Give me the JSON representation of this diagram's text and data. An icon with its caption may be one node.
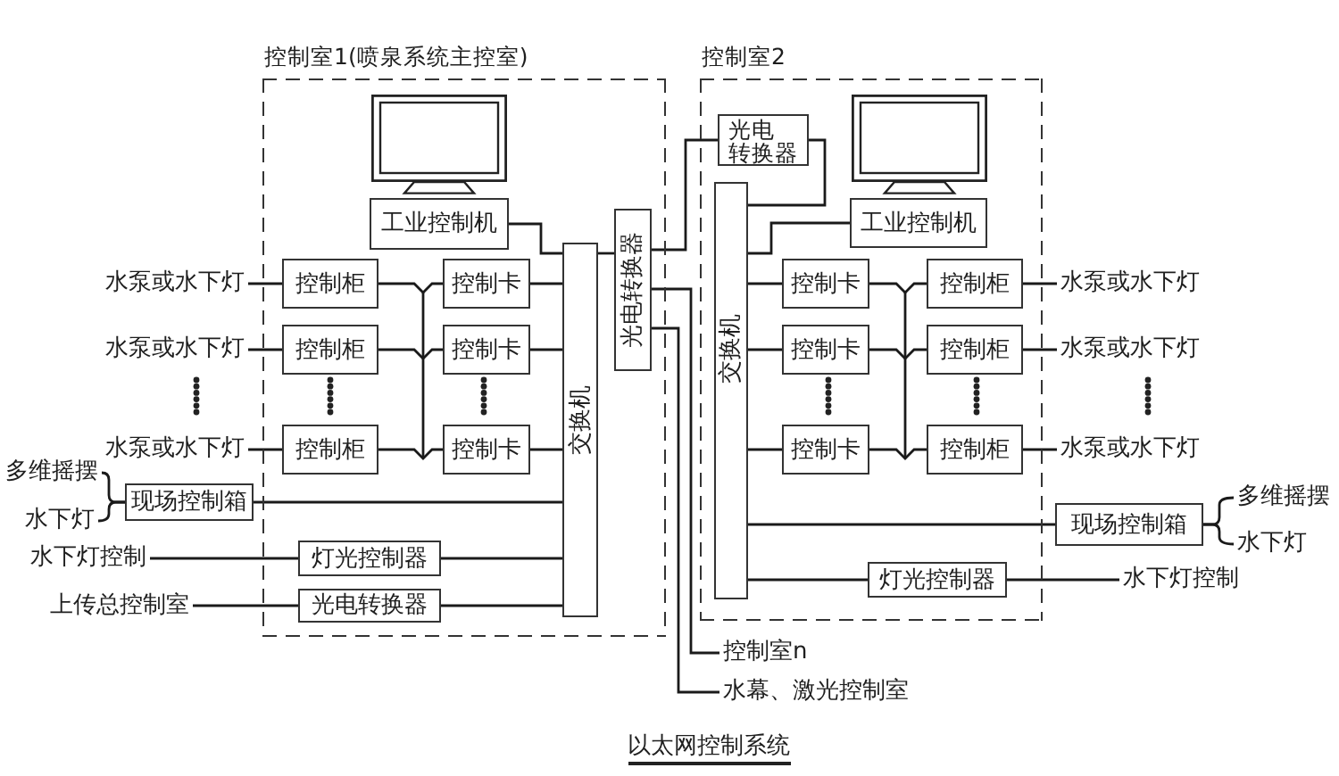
{
  "diagram": {
    "caption": "以太网控制系统",
    "nodes": [
      {
        "text": [
          "控制室1(喷泉系统主控室)"
        ]
      },
      {
        "text": [
          "工业控制机"
        ],
        "in": 0
      },
      {
        "text": [
          "控制柜"
        ],
        "in": 0
      },
      {
        "text": [
          "控制卡"
        ],
        "in": 0
      },
      {
        "text": [
          "控制柜"
        ],
        "in": 0
      },
      {
        "text": [
          "控制卡"
        ],
        "in": 0
      },
      {
        "text": [
          "控制柜"
        ],
        "in": 0
      },
      {
        "text": [
          "控制卡"
        ],
        "in": 0
      },
      {
        "text": [
          "交换机"
        ],
        "in": 0
      },
      {
        "text": [
          "光电转换器"
        ],
        "in": 0
      },
      {
        "text": [
          "现场控制箱"
        ]
      },
      {
        "text": [
          "灯光控制器"
        ],
        "in": 0
      },
      {
        "text": [
          "光电转换器"
        ],
        "in": 0
      },
      {
        "text": [
          "水泵或水下灯"
        ]
      },
      {
        "text": [
          "水泵或水下灯"
        ]
      },
      {
        "text": [
          "水泵或水下灯"
        ]
      },
      {
        "text": [
          "多维摇摆"
        ]
      },
      {
        "text": [
          "水下灯"
        ]
      },
      {
        "text": [
          "水下灯控制"
        ]
      },
      {
        "text": [
          "上传总控制室"
        ]
      },
      {
        "text": [
          "控制室2"
        ]
      },
      {
        "text": [
          "光电转换器"
        ],
        "in": 20
      },
      {
        "text": [
          "工业控制机"
        ],
        "in": 20
      },
      {
        "text": [
          "交换机"
        ],
        "in": 20
      },
      {
        "text": [
          "控制卡"
        ],
        "in": 20
      },
      {
        "text": [
          "控制柜"
        ],
        "in": 20
      },
      {
        "text": [
          "控制卡"
        ],
        "in": 20
      },
      {
        "text": [
          "控制柜"
        ],
        "in": 20
      },
      {
        "text": [
          "控制卡"
        ],
        "in": 20
      },
      {
        "text": [
          "控制柜"
        ],
        "in": 20
      },
      {
        "text": [
          "灯光控制器"
        ],
        "in": 20
      },
      {
        "text": [
          "现场控制箱"
        ]
      },
      {
        "text": [
          "水泵或水下灯"
        ]
      },
      {
        "text": [
          "水泵或水下灯"
        ]
      },
      {
        "text": [
          "水泵或水下灯"
        ]
      },
      {
        "text": [
          "多维摇摆"
        ]
      },
      {
        "text": [
          "水下灯"
        ]
      },
      {
        "text": [
          "水下灯控制"
        ]
      },
      {
        "text": [
          "控制室n"
        ]
      },
      {
        "text": [
          "水幕、激光控制室"
        ]
      }
    ],
    "edges": [
      {
        "from": 13,
        "to": 2,
        "arrow": "none"
      },
      {
        "from": 14,
        "to": 4,
        "arrow": "none"
      },
      {
        "from": 15,
        "to": 6,
        "arrow": "none"
      },
      {
        "from": 2,
        "to": 3,
        "arrow": "none"
      },
      {
        "from": 4,
        "to": 5,
        "arrow": "none"
      },
      {
        "from": 6,
        "to": 7,
        "arrow": "none"
      },
      {
        "from": 3,
        "to": 8,
        "arrow": "none"
      },
      {
        "from": 5,
        "to": 8,
        "arrow": "none"
      },
      {
        "from": 7,
        "to": 8,
        "arrow": "none"
      },
      {
        "from": 1,
        "to": 8,
        "arrow": "none"
      },
      {
        "from": 8,
        "to": 9,
        "arrow": "none"
      },
      {
        "from": 10,
        "to": 16,
        "arrow": "none"
      },
      {
        "from": 10,
        "to": 17,
        "arrow": "none"
      },
      {
        "from": 10,
        "to": 8,
        "arrow": "none"
      },
      {
        "from": 18,
        "to": 11,
        "arrow": "none"
      },
      {
        "from": 11,
        "to": 8,
        "arrow": "none"
      },
      {
        "from": 19,
        "to": 12,
        "arrow": "none"
      },
      {
        "from": 12,
        "to": 8,
        "arrow": "none"
      },
      {
        "from": 9,
        "to": 21,
        "arrow": "none"
      },
      {
        "from": 9,
        "to": 38,
        "arrow": "none"
      },
      {
        "from": 9,
        "to": 39,
        "arrow": "none"
      },
      {
        "from": 21,
        "to": 23,
        "arrow": "none"
      },
      {
        "from": 22,
        "to": 23,
        "arrow": "none"
      },
      {
        "from": 23,
        "to": 24,
        "arrow": "none"
      },
      {
        "from": 23,
        "to": 26,
        "arrow": "none"
      },
      {
        "from": 23,
        "to": 28,
        "arrow": "none"
      },
      {
        "from": 24,
        "to": 25,
        "arrow": "none"
      },
      {
        "from": 26,
        "to": 27,
        "arrow": "none"
      },
      {
        "from": 28,
        "to": 29,
        "arrow": "none"
      },
      {
        "from": 25,
        "to": 32,
        "arrow": "none"
      },
      {
        "from": 27,
        "to": 33,
        "arrow": "none"
      },
      {
        "from": 29,
        "to": 34,
        "arrow": "none"
      },
      {
        "from": 23,
        "to": 31,
        "arrow": "none"
      },
      {
        "from": 31,
        "to": 35,
        "arrow": "none"
      },
      {
        "from": 31,
        "to": 36,
        "arrow": "none"
      },
      {
        "from": 23,
        "to": 30,
        "arrow": "none"
      },
      {
        "from": 30,
        "to": 37,
        "arrow": "none"
      }
    ]
  }
}
